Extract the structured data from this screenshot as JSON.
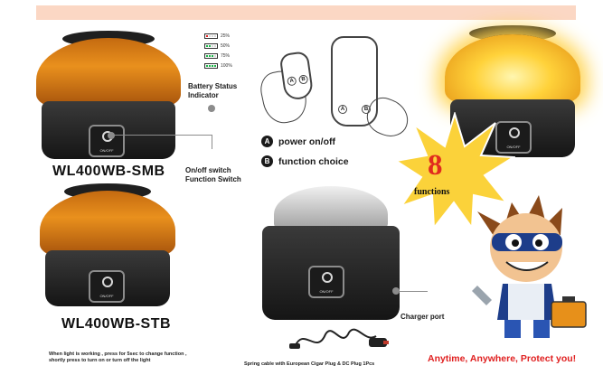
{
  "battery_levels": [
    {
      "label": "25%",
      "bars": 1
    },
    {
      "label": "50%",
      "bars": 2
    },
    {
      "label": "75%",
      "bars": 3
    },
    {
      "label": "100%",
      "bars": 4
    }
  ],
  "labels": {
    "battery_status": "Battery Status\nIndicator",
    "onoff_switch": "On/off switch\nFunction Switch",
    "charger_port": "Charger port"
  },
  "models": {
    "smb": "WL400WB-SMB",
    "stb": "WL400WB-STB"
  },
  "panel_label": "ON/OFF",
  "remote_functions": [
    {
      "key": "A",
      "text": "power on/off"
    },
    {
      "key": "B",
      "text": "function choice"
    }
  ],
  "burst": {
    "number": "8",
    "text": "functions"
  },
  "footer": {
    "instruction": "When light is working , press for 5sec to change function ,\nshortly press to turn on or turn off the light",
    "cable_note": "Spring cable with European Cigar Plug & DC Plug 1Pcs",
    "slogan": "Anytime, Anywhere, Protect you!"
  },
  "colors": {
    "banner": "#fbd7c4",
    "amber": "#e9901d",
    "slogan_red": "#e02020",
    "burst_yellow": "#fbd23a",
    "battery_green": "#1fb34a"
  }
}
